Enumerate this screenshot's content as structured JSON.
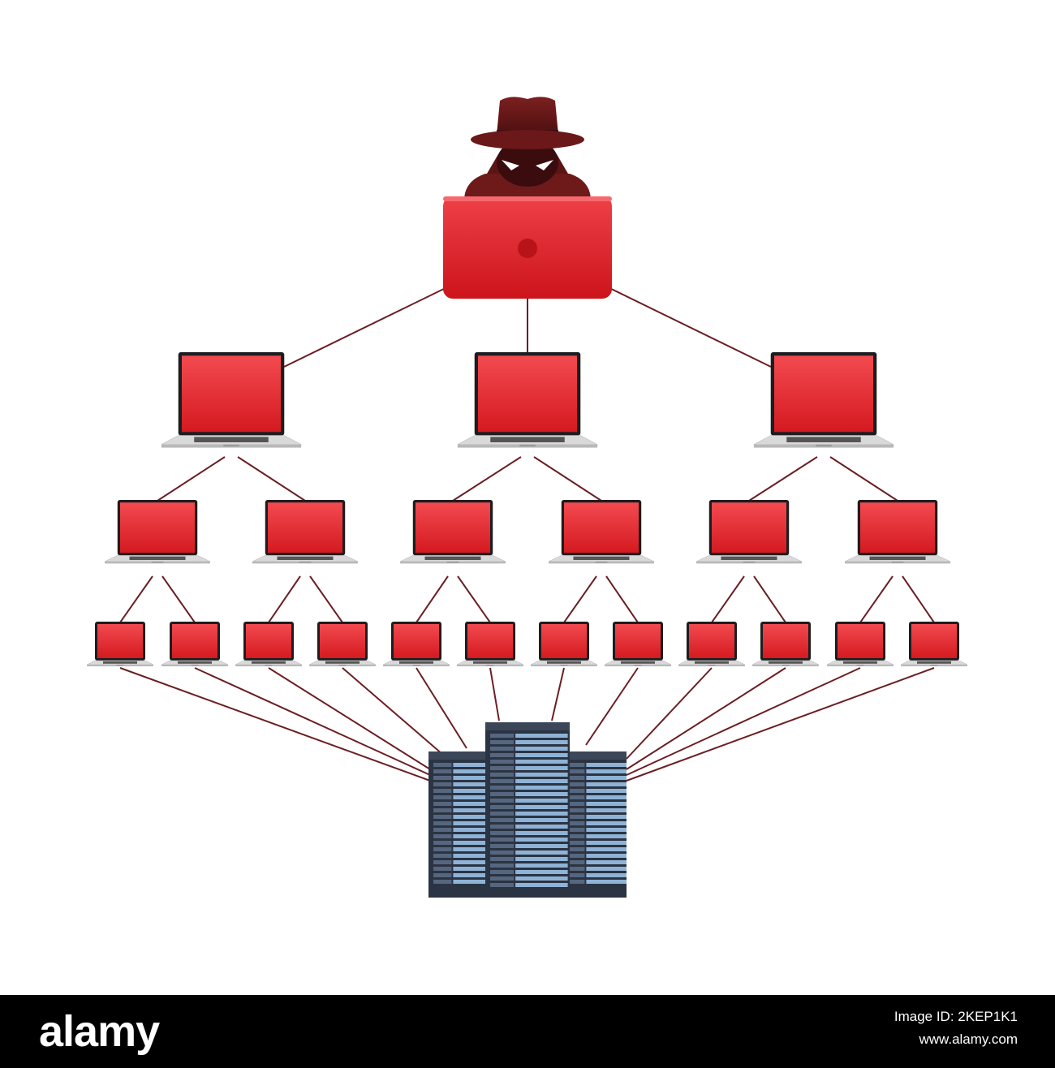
{
  "diagram": {
    "nodes": {
      "attacker": "hacker-icon",
      "controller": "red-laptop-back-icon",
      "tier1_count": 3,
      "tier2_count": 6,
      "tier3_count": 12,
      "target": "server-rack-icon"
    },
    "colors": {
      "hacker": "#6e1a1a",
      "screen": "#e02127",
      "screen_light": "#f0424a",
      "link": "#6b1f24",
      "server": "#2b3443",
      "server_light": "#8fb3d6"
    }
  },
  "watermark": {
    "logo": "alamy",
    "image_id": "Image ID: 2KEP1K1",
    "url": "www.alamy.com"
  }
}
